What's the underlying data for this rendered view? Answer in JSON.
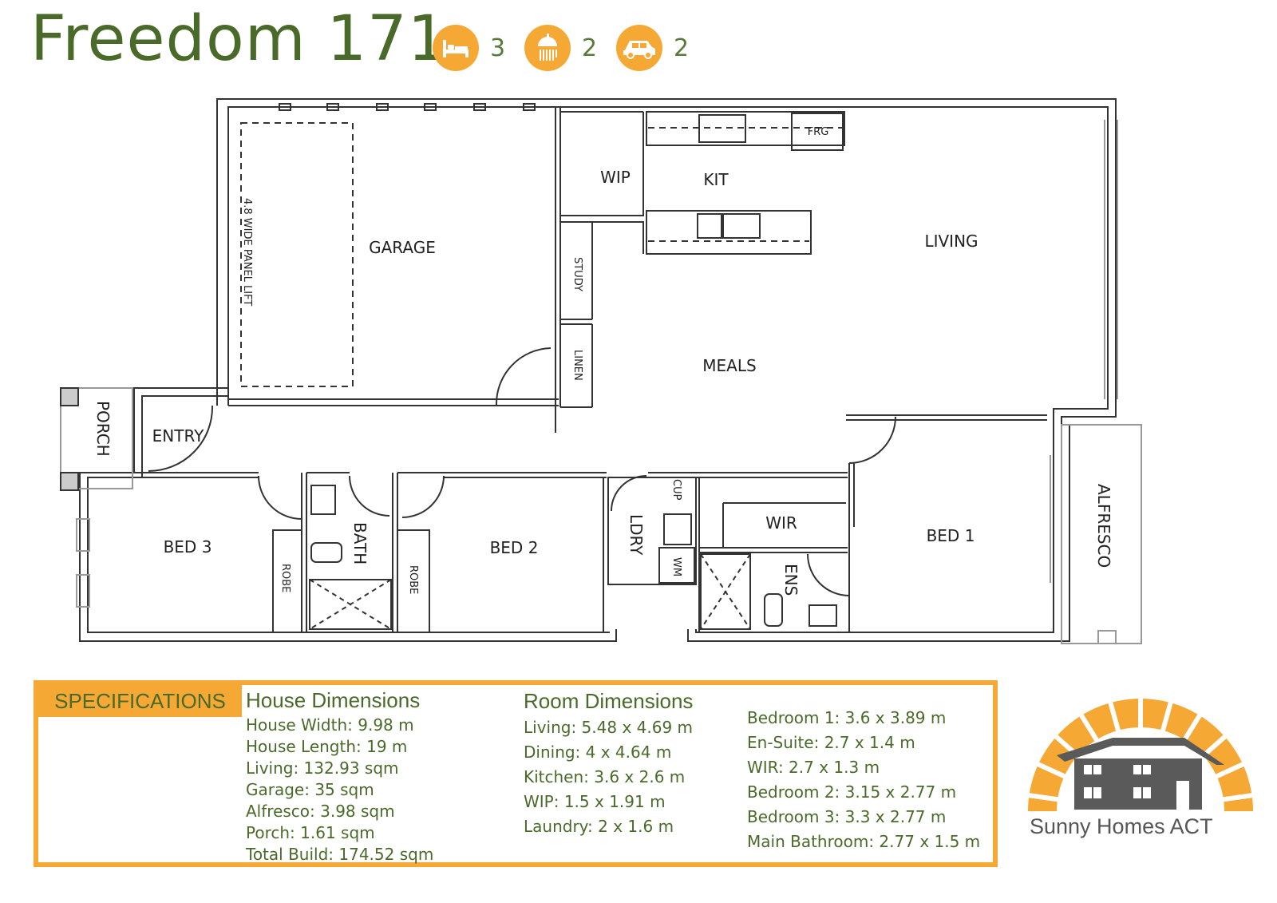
{
  "header": {
    "title": "Freedom 171",
    "bedrooms": "3",
    "bathrooms": "2",
    "car_spaces": "2",
    "accent_color": "#f5a833",
    "title_color": "#4a6a2a"
  },
  "plan": {
    "rooms": {
      "garage": "GARAGE",
      "panel_lift": "4.8 WIDE PANEL LIFT",
      "wip": "WIP",
      "kit": "KIT",
      "frg": "FRG",
      "living": "LIVING",
      "study": "STUDY",
      "linen": "LINEN",
      "meals": "MEALS",
      "porch": "PORCH",
      "entry": "ENTRY",
      "bed3": "BED 3",
      "robe3": "ROBE",
      "bath": "BATH",
      "robe2": "ROBE",
      "bed2": "BED 2",
      "ldry": "LDRY",
      "cup": "CUP",
      "wm": "WM",
      "wir": "WIR",
      "ens": "ENS",
      "bed1": "BED 1",
      "alfresco": "ALFRESCO"
    }
  },
  "specs": {
    "tab": "SPECIFICATIONS",
    "house_heading": "House Dimensions",
    "house": [
      "House Width: 9.98 m",
      "House Length: 19 m",
      "Living: 132.93 sqm",
      "Garage: 35 sqm",
      "Alfresco: 3.98 sqm",
      "Porch: 1.61 sqm",
      "Total Build: 174.52 sqm"
    ],
    "room_heading": "Room Dimensions",
    "rooms_a": [
      "Living: 5.48 x 4.69 m",
      "Dining: 4 x 4.64 m",
      "Kitchen: 3.6 x 2.6 m",
      "WIP: 1.5 x 1.91 m",
      "Laundry: 2 x 1.6 m"
    ],
    "rooms_b": [
      "Bedroom 1: 3.6 x 3.89 m",
      "En-Suite: 2.7 x 1.4 m",
      "WIR: 2.7 x 1.3 m",
      "Bedroom 2: 3.15 x 2.77 m",
      "Bedroom 3: 3.3 x 2.77 m",
      "Main Bathroom: 2.77 x 1.5 m"
    ]
  },
  "logo": {
    "name": "Sunny Homes ACT"
  }
}
